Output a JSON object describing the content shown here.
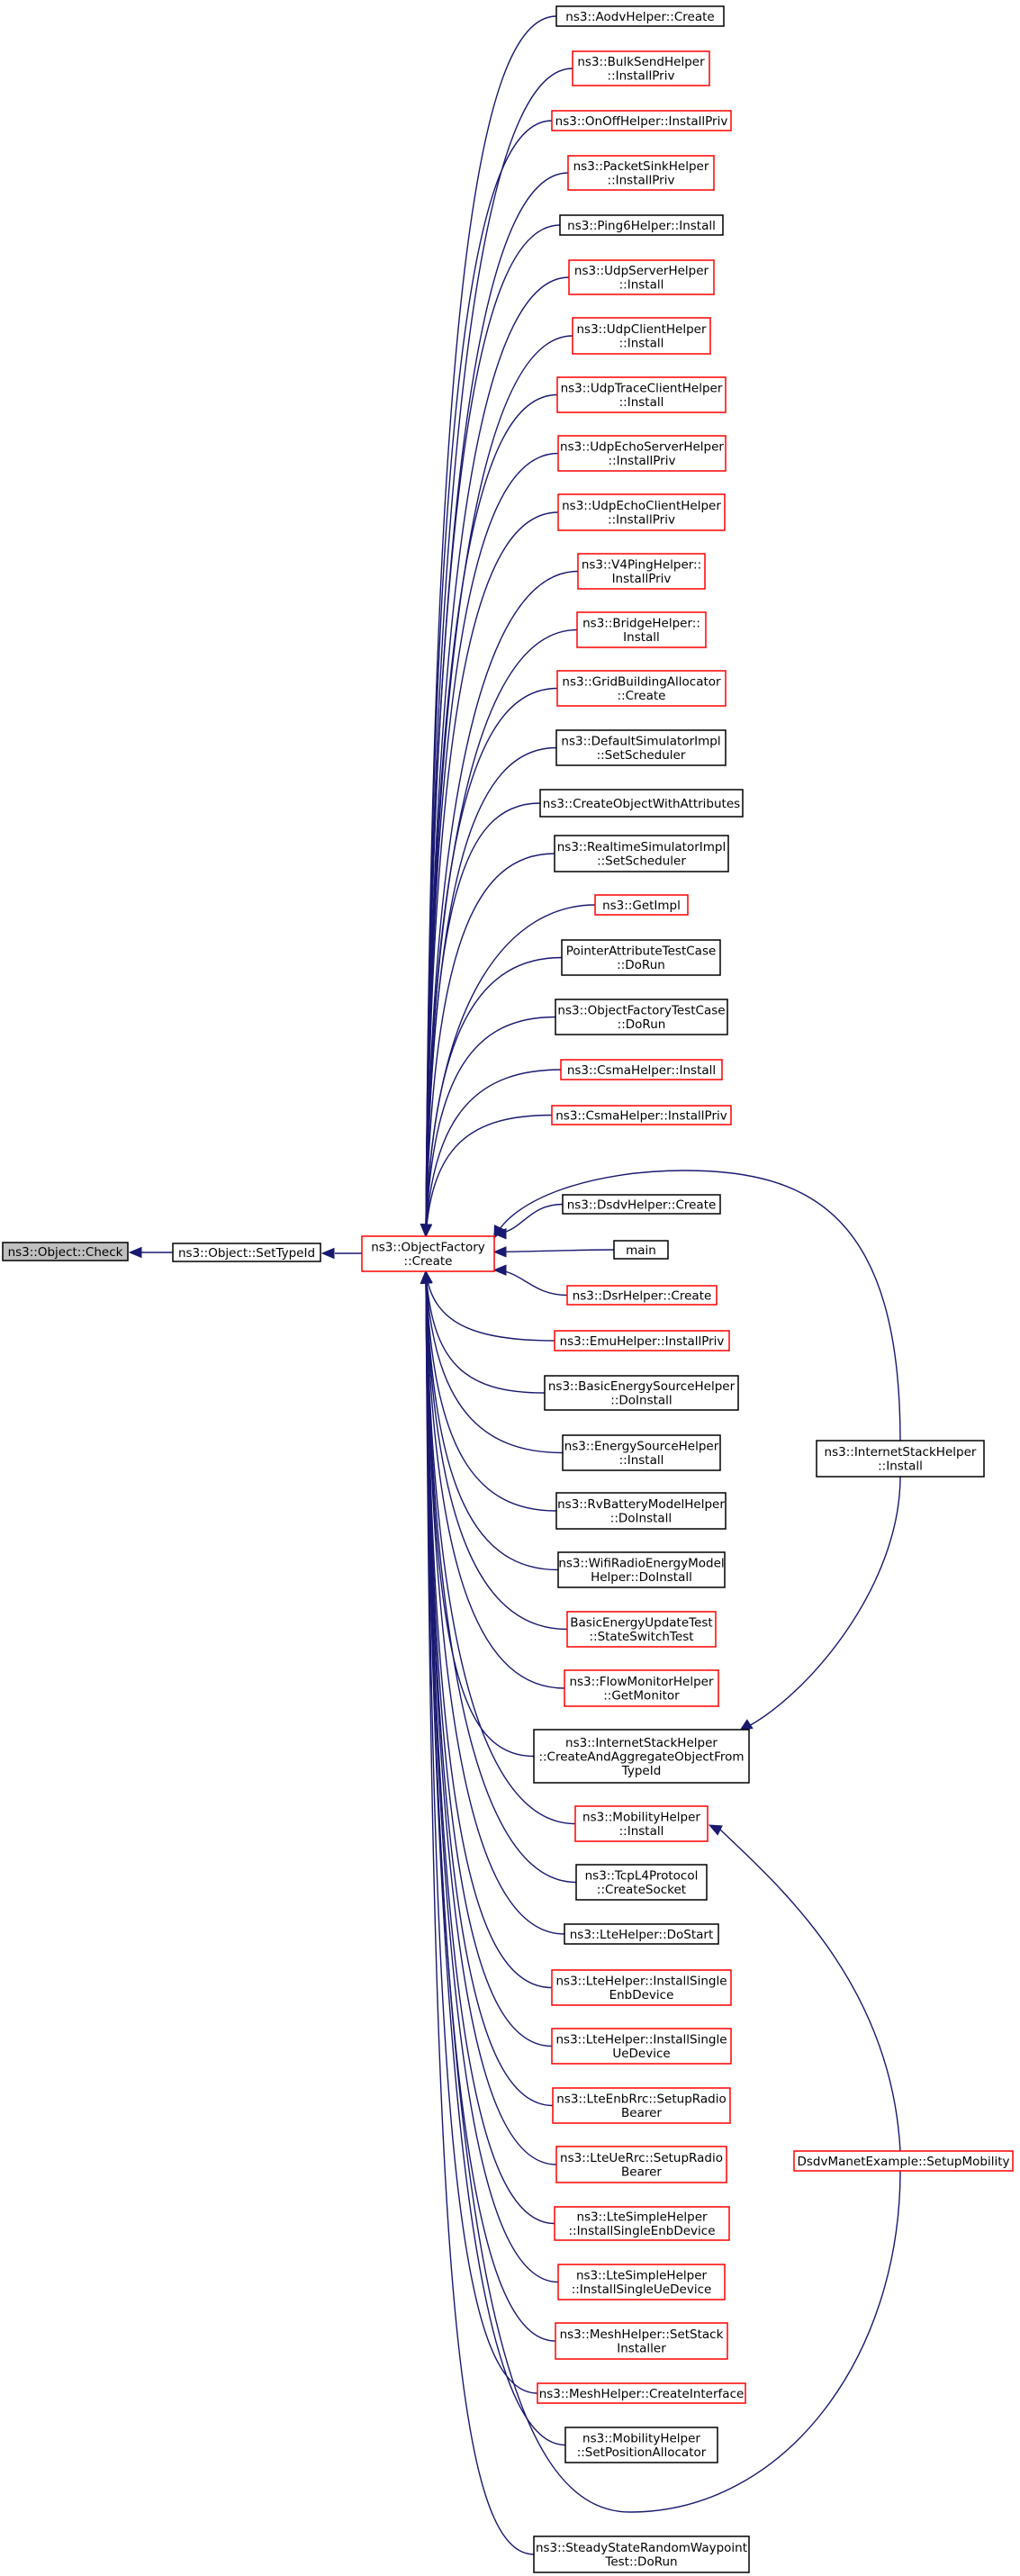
{
  "nodes": {
    "check": {
      "lines": [
        "ns3::Object::Check"
      ],
      "border": "root"
    },
    "settypeid": {
      "lines": [
        "ns3::Object::SetTypeId"
      ],
      "border": "black"
    },
    "objectfactory": {
      "lines": [
        "ns3::ObjectFactory",
        "::Create"
      ],
      "border": "red"
    },
    "n1": {
      "lines": [
        "ns3::AodvHelper::Create"
      ],
      "border": "black"
    },
    "n2": {
      "lines": [
        "ns3::BulkSendHelper",
        "::InstallPriv"
      ],
      "border": "red"
    },
    "n3": {
      "lines": [
        "ns3::OnOffHelper::InstallPriv"
      ],
      "border": "red"
    },
    "n4": {
      "lines": [
        "ns3::PacketSinkHelper",
        "::InstallPriv"
      ],
      "border": "red"
    },
    "n5": {
      "lines": [
        "ns3::Ping6Helper::Install"
      ],
      "border": "black"
    },
    "n6": {
      "lines": [
        "ns3::UdpServerHelper",
        "::Install"
      ],
      "border": "red"
    },
    "n7": {
      "lines": [
        "ns3::UdpClientHelper",
        "::Install"
      ],
      "border": "red"
    },
    "n8": {
      "lines": [
        "ns3::UdpTraceClientHelper",
        "::Install"
      ],
      "border": "red"
    },
    "n9": {
      "lines": [
        "ns3::UdpEchoServerHelper",
        "::InstallPriv"
      ],
      "border": "red"
    },
    "n10": {
      "lines": [
        "ns3::UdpEchoClientHelper",
        "::InstallPriv"
      ],
      "border": "red"
    },
    "n11": {
      "lines": [
        "ns3::V4PingHelper::",
        "InstallPriv"
      ],
      "border": "red"
    },
    "n12": {
      "lines": [
        "ns3::BridgeHelper::",
        "Install"
      ],
      "border": "red"
    },
    "n13": {
      "lines": [
        "ns3::GridBuildingAllocator",
        "::Create"
      ],
      "border": "red"
    },
    "n14": {
      "lines": [
        "ns3::DefaultSimulatorImpl",
        "::SetScheduler"
      ],
      "border": "black"
    },
    "n15": {
      "lines": [
        "ns3::CreateObjectWithAttributes"
      ],
      "border": "black"
    },
    "n16": {
      "lines": [
        "ns3::RealtimeSimulatorImpl",
        "::SetScheduler"
      ],
      "border": "black"
    },
    "n17": {
      "lines": [
        "ns3::GetImpl"
      ],
      "border": "red"
    },
    "n18": {
      "lines": [
        "PointerAttributeTestCase",
        "::DoRun"
      ],
      "border": "black"
    },
    "n19": {
      "lines": [
        "ns3::ObjectFactoryTestCase",
        "::DoRun"
      ],
      "border": "black"
    },
    "n20": {
      "lines": [
        "ns3::CsmaHelper::Install"
      ],
      "border": "red"
    },
    "n21": {
      "lines": [
        "ns3::CsmaHelper::InstallPriv"
      ],
      "border": "red"
    },
    "n22": {
      "lines": [
        "ns3::DsdvHelper::Create"
      ],
      "border": "black"
    },
    "n23": {
      "lines": [
        "main"
      ],
      "border": "black"
    },
    "n24": {
      "lines": [
        "ns3::DsrHelper::Create"
      ],
      "border": "red"
    },
    "n25": {
      "lines": [
        "ns3::EmuHelper::InstallPriv"
      ],
      "border": "red"
    },
    "n26": {
      "lines": [
        "ns3::BasicEnergySourceHelper",
        "::DoInstall"
      ],
      "border": "black"
    },
    "n27": {
      "lines": [
        "ns3::EnergySourceHelper",
        "::Install"
      ],
      "border": "black"
    },
    "n28": {
      "lines": [
        "ns3::RvBatteryModelHelper",
        "::DoInstall"
      ],
      "border": "black"
    },
    "n29": {
      "lines": [
        "ns3::WifiRadioEnergyModel",
        "Helper::DoInstall"
      ],
      "border": "black"
    },
    "n30": {
      "lines": [
        "BasicEnergyUpdateTest",
        "::StateSwitchTest"
      ],
      "border": "red"
    },
    "n31": {
      "lines": [
        "ns3::FlowMonitorHelper",
        "::GetMonitor"
      ],
      "border": "red"
    },
    "n32": {
      "lines": [
        "ns3::InternetStackHelper",
        "::CreateAndAggregateObjectFrom",
        "TypeId"
      ],
      "border": "black"
    },
    "n33": {
      "lines": [
        "ns3::MobilityHelper",
        "::Install"
      ],
      "border": "red"
    },
    "n34": {
      "lines": [
        "ns3::TcpL4Protocol",
        "::CreateSocket"
      ],
      "border": "black"
    },
    "n35": {
      "lines": [
        "ns3::LteHelper::DoStart"
      ],
      "border": "black"
    },
    "n36": {
      "lines": [
        "ns3::LteHelper::InstallSingle",
        "EnbDevice"
      ],
      "border": "red"
    },
    "n37": {
      "lines": [
        "ns3::LteHelper::InstallSingle",
        "UeDevice"
      ],
      "border": "red"
    },
    "n38": {
      "lines": [
        "ns3::LteEnbRrc::SetupRadio",
        "Bearer"
      ],
      "border": "red"
    },
    "n39": {
      "lines": [
        "ns3::LteUeRrc::SetupRadio",
        "Bearer"
      ],
      "border": "red"
    },
    "n40": {
      "lines": [
        "ns3::LteSimpleHelper",
        "::InstallSingleEnbDevice"
      ],
      "border": "red"
    },
    "n41": {
      "lines": [
        "ns3::LteSimpleHelper",
        "::InstallSingleUeDevice"
      ],
      "border": "red"
    },
    "n42": {
      "lines": [
        "ns3::MeshHelper::SetStack",
        "Installer"
      ],
      "border": "red"
    },
    "n43": {
      "lines": [
        "ns3::MeshHelper::CreateInterface"
      ],
      "border": "red"
    },
    "n44": {
      "lines": [
        "ns3::MobilityHelper",
        "::SetPositionAllocator"
      ],
      "border": "black"
    },
    "n45": {
      "lines": [
        "ns3::SteadyStateRandomWaypoint",
        "Test::DoRun"
      ],
      "border": "black"
    },
    "internetstack": {
      "lines": [
        "ns3::InternetStackHelper",
        "::Install"
      ],
      "border": "black"
    },
    "dsdvmanet": {
      "lines": [
        "DsdvManetExample::SetupMobility"
      ],
      "border": "red"
    }
  },
  "colors": {
    "edge": "#191970",
    "red_border": "#ff0000",
    "black_border": "#000000",
    "root_fill": "#bfbfbf"
  }
}
